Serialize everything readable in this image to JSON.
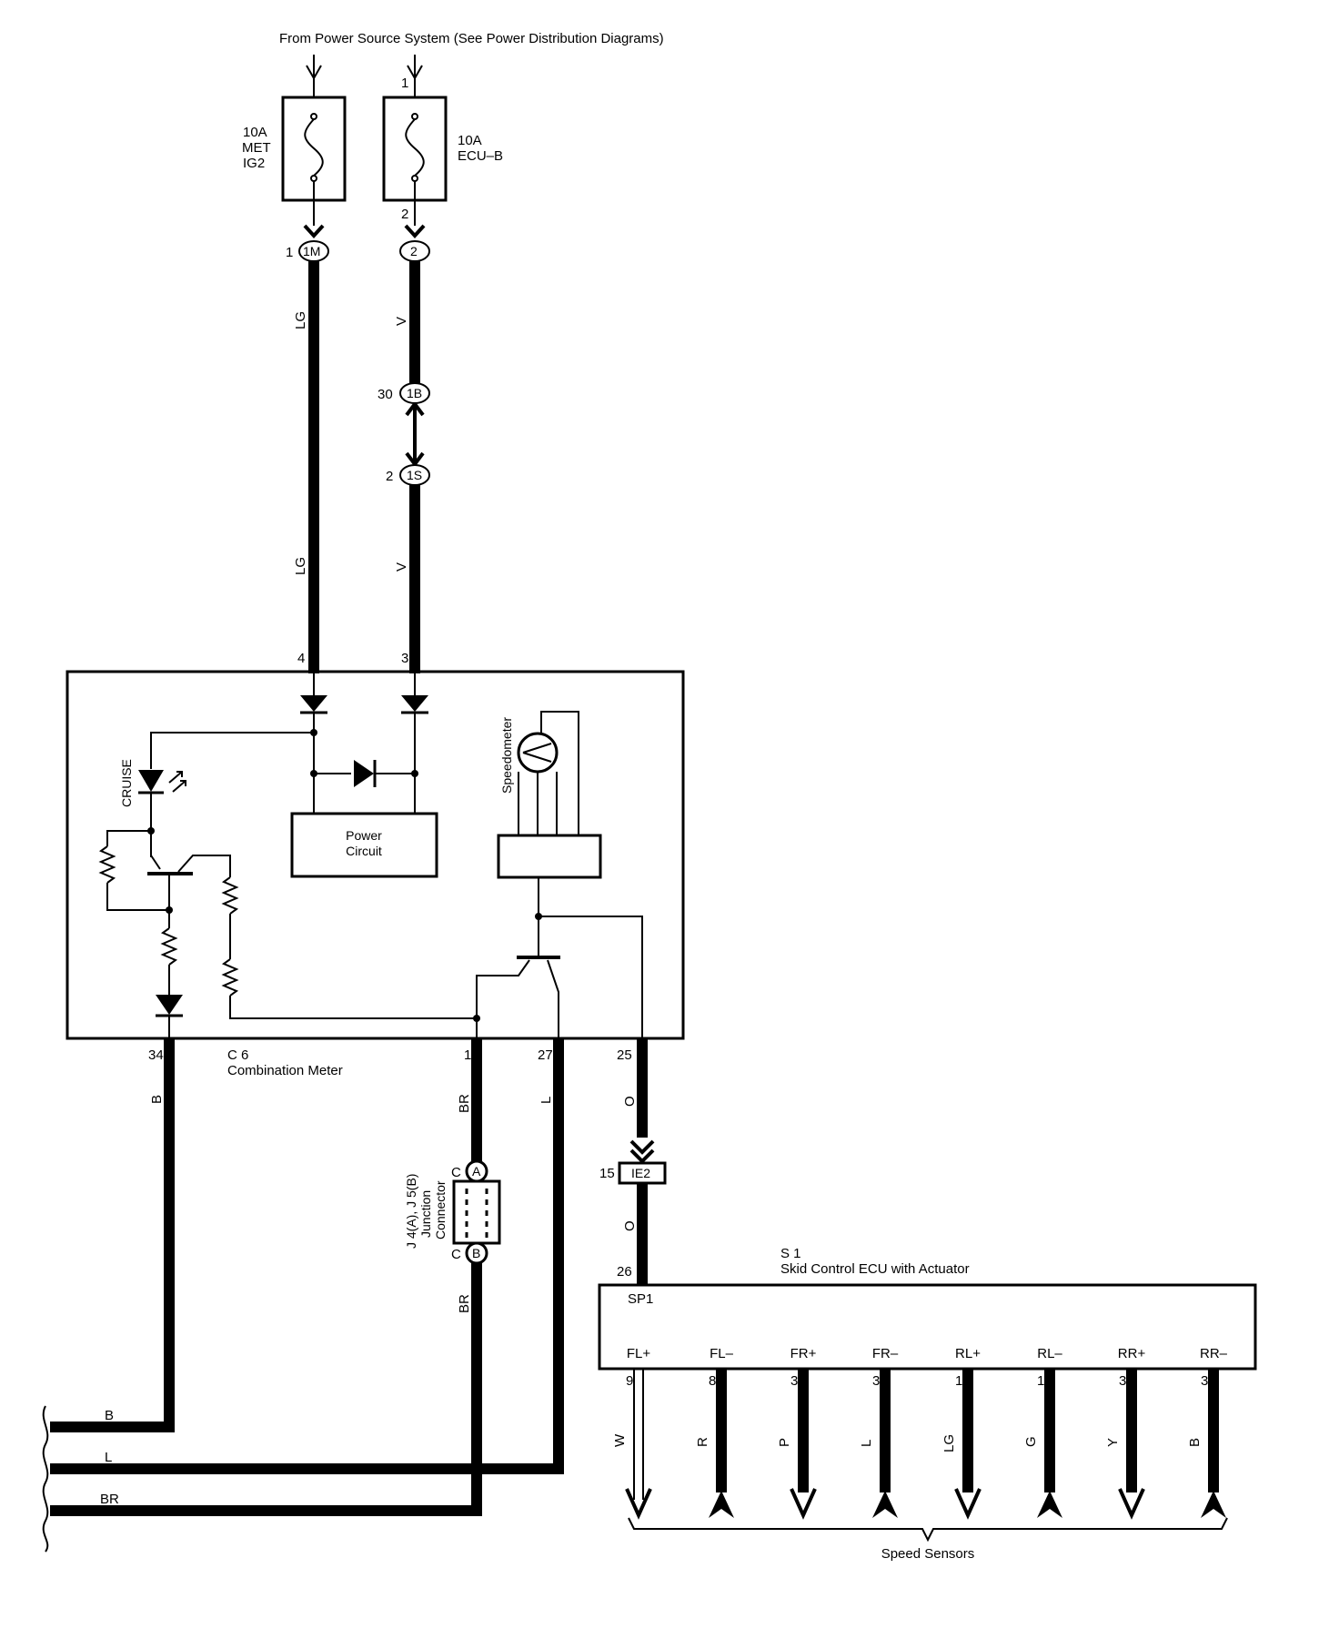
{
  "header": {
    "source": "From Power Source System (See Power Distribution Diagrams)"
  },
  "fuses": [
    {
      "rating": "10A",
      "name": "MET",
      "name2": "IG2"
    },
    {
      "rating": "10A",
      "name": "ECU–B",
      "pin_in": "1",
      "pin_out": "2"
    }
  ],
  "connectors": {
    "c1m": {
      "id": "1M",
      "pin": "1"
    },
    "c2": {
      "id": "2"
    },
    "c1b": {
      "id": "1B",
      "pin": "30"
    },
    "c1s": {
      "id": "1S",
      "pin": "2"
    },
    "ie2": {
      "id": "IE2",
      "pin": "15"
    }
  },
  "wires": {
    "lg1": "LG",
    "lg2": "LG",
    "v1": "V",
    "v2": "V",
    "b": "B",
    "br1": "BR",
    "l": "L",
    "o1": "O",
    "o2": "O",
    "br2": "BR",
    "bus_b": "B",
    "bus_l": "L",
    "bus_br": "BR"
  },
  "meter": {
    "code": "C 6",
    "name": "Combination Meter",
    "pins": {
      "p4": "4",
      "p3": "3",
      "p34": "34",
      "p1": "1",
      "p27": "27",
      "p25": "25"
    },
    "cruise": "CRUISE",
    "power_circuit": [
      "Power",
      "Circuit"
    ],
    "speedometer": "Speedometer"
  },
  "junction": {
    "code": "J 4(A), J 5(B)",
    "line1": "Junction",
    "line2": "Connector",
    "a": "A",
    "b": "B",
    "c_top": "C",
    "c_bot": "C"
  },
  "ecu": {
    "code": "S 1",
    "name": "Skid Control ECU with Actuator",
    "pin_in": "26",
    "sp1": "SP1",
    "terminals": [
      {
        "label": "FL+",
        "pin": "9",
        "wire": "W"
      },
      {
        "label": "FL–",
        "pin": "8",
        "wire": "R"
      },
      {
        "label": "FR+",
        "pin": "31",
        "wire": "P"
      },
      {
        "label": "FR–",
        "pin": "30",
        "wire": "L"
      },
      {
        "label": "RL+",
        "pin": "11",
        "wire": "LG"
      },
      {
        "label": "RL–",
        "pin": "12",
        "wire": "G"
      },
      {
        "label": "RR+",
        "pin": "33",
        "wire": "Y"
      },
      {
        "label": "RR–",
        "pin": "34",
        "wire": "B"
      }
    ]
  },
  "speed_sensors": "Speed Sensors"
}
